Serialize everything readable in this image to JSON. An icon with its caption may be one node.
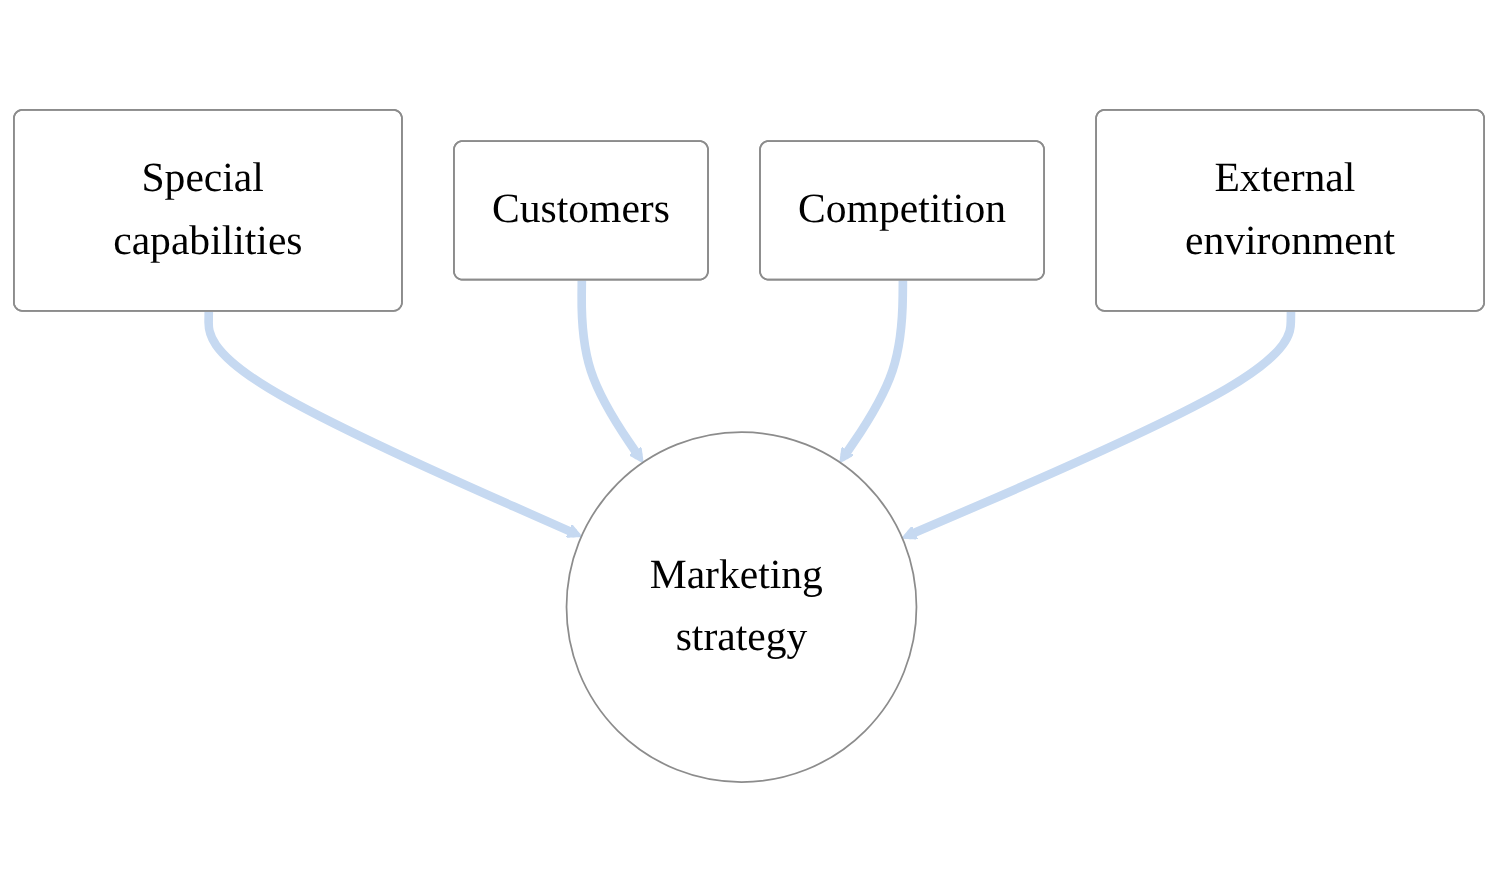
{
  "diagram": {
    "nodes": [
      {
        "text": [
          "Special capabilities"
        ]
      },
      {
        "text": [
          "Customers"
        ]
      },
      {
        "text": [
          "Competition"
        ]
      },
      {
        "text": [
          "External environment"
        ]
      },
      {
        "text": [
          "Marketing strategy"
        ]
      }
    ],
    "edges": [
      {
        "from": 0,
        "to": 4,
        "arrow": "to"
      },
      {
        "from": 1,
        "to": 4,
        "arrow": "to"
      },
      {
        "from": 2,
        "to": 4,
        "arrow": "to"
      },
      {
        "from": 3,
        "to": 4,
        "arrow": "to"
      }
    ]
  }
}
